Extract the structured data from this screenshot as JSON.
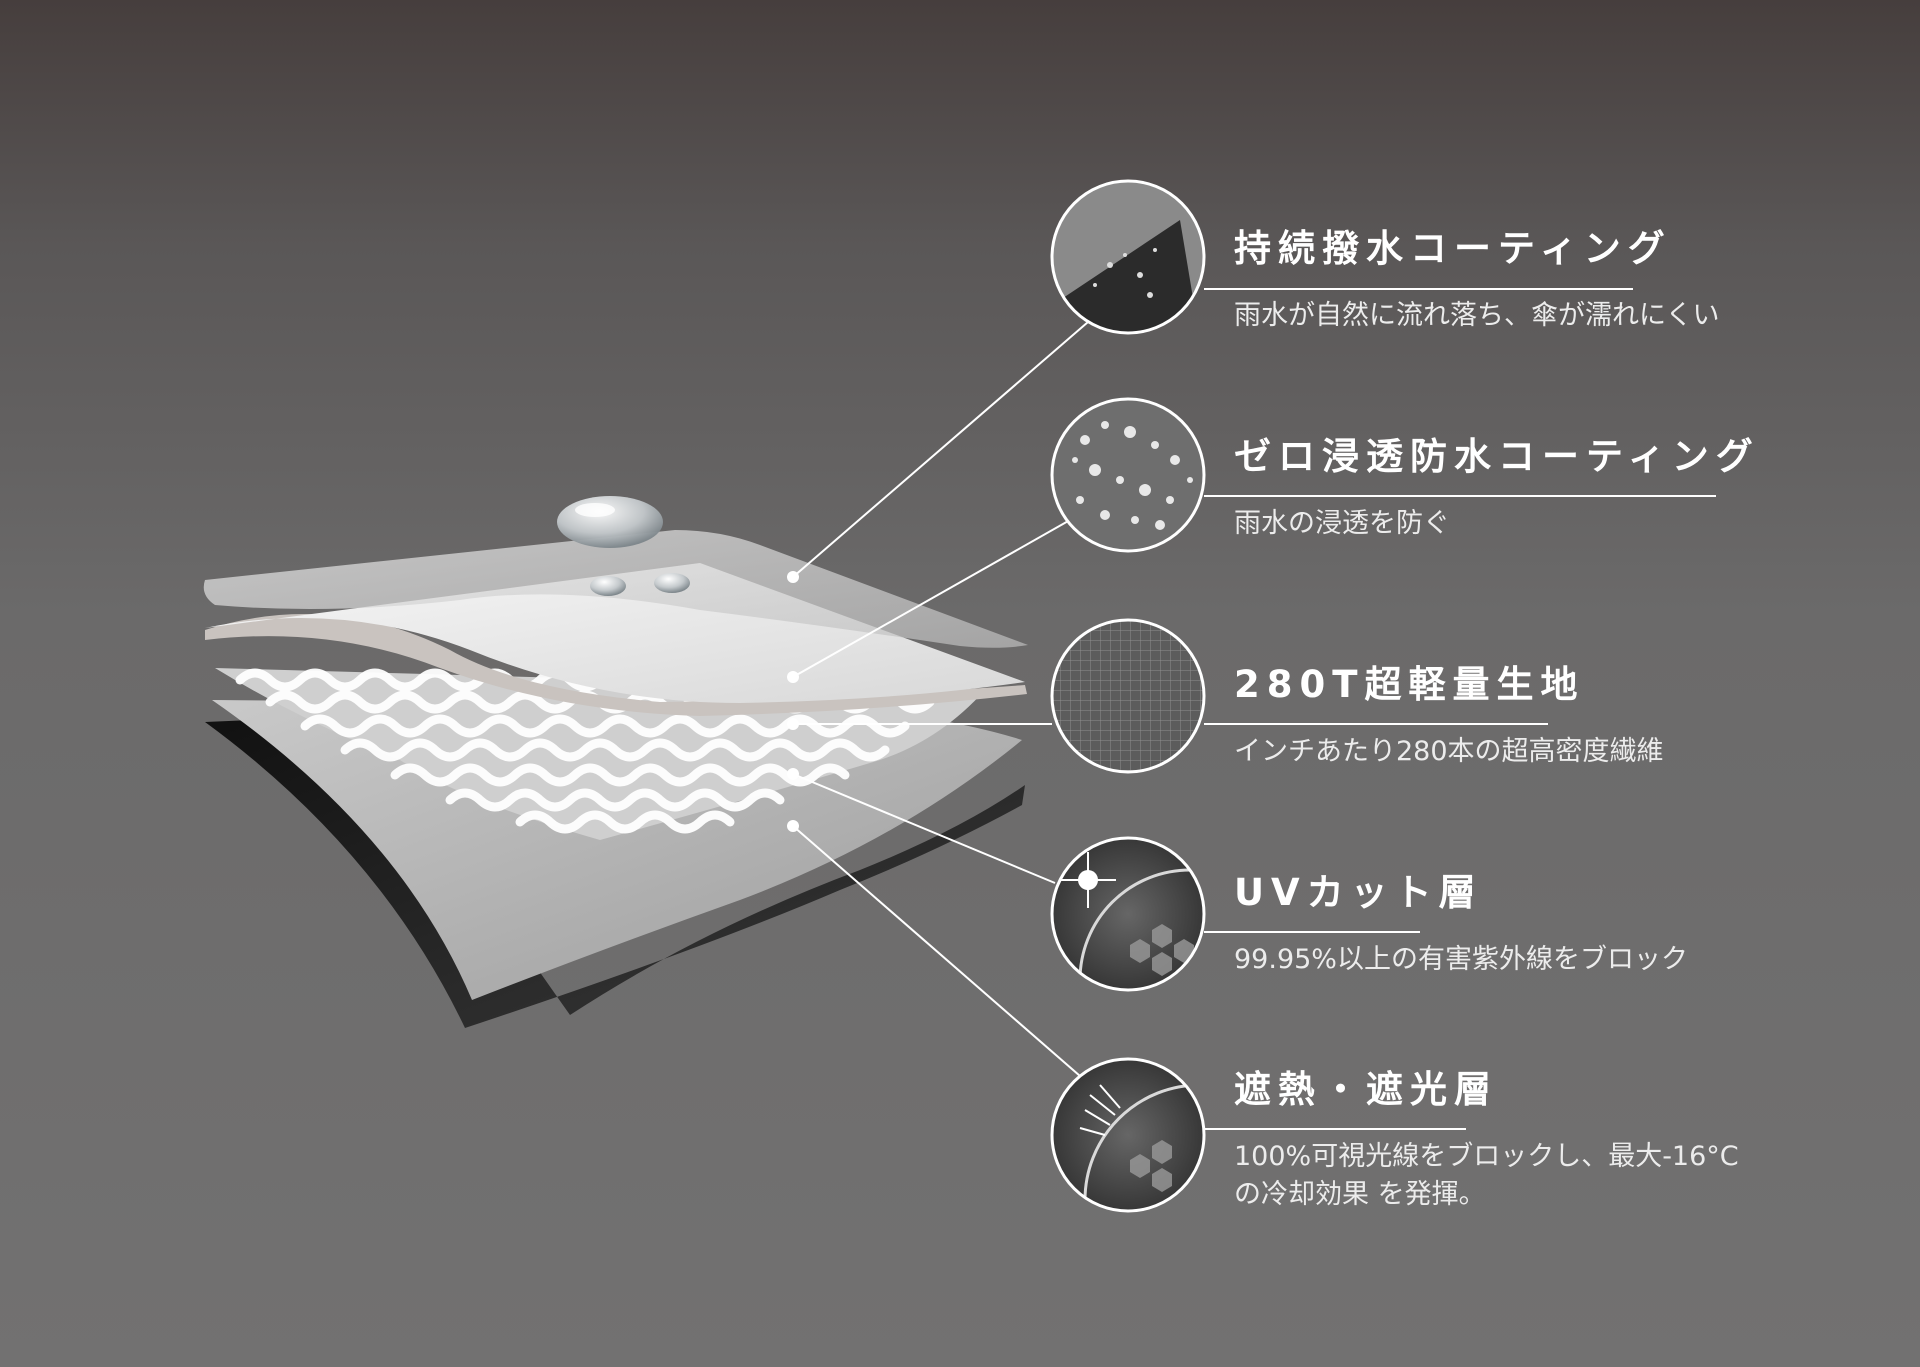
{
  "features": [
    {
      "icon": "water-beading-icon",
      "title": "持続撥水コーティング",
      "description": "雨水が自然に流れ落ち、傘が濡れにくい"
    },
    {
      "icon": "water-droplets-icon",
      "title": "ゼロ浸透防水コーティング",
      "description": "雨水の浸透を防ぐ"
    },
    {
      "icon": "fabric-mesh-icon",
      "title": "280T超軽量生地",
      "description": "インチあたり280本の超高密度繊維"
    },
    {
      "icon": "uv-shield-icon",
      "title": "UVカット層",
      "description": "99.95%以上の有害紫外線をブロック"
    },
    {
      "icon": "heat-shield-icon",
      "title": "遮熱・遮光層",
      "description_line1": "100%可視光線をブロックし、最大-16°C",
      "description_line2": "の冷却効果 を発揮。"
    }
  ],
  "colors": {
    "background_top": "#463e3d",
    "background_bottom": "#727171",
    "text": "#ffffff",
    "leader_line": "#ffffff"
  }
}
